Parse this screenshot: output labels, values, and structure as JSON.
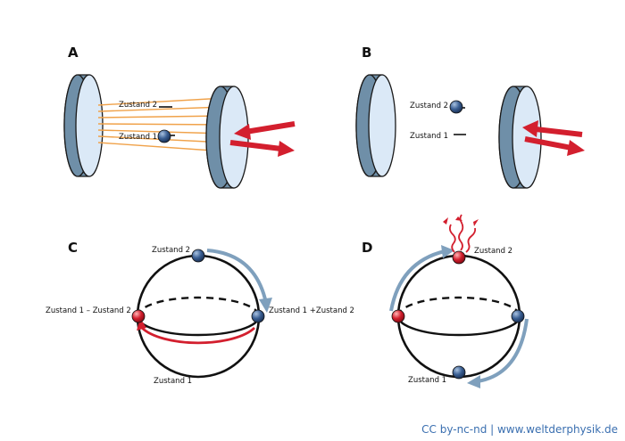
{
  "panels": {
    "a": {
      "letter": "A",
      "state2": "Zustand 2",
      "state1": "Zustand 1"
    },
    "b": {
      "letter": "B",
      "state2": "Zustand 2",
      "state1": "Zustand 1"
    },
    "c": {
      "letter": "C",
      "top": "Zustand 2",
      "left": "Zustand 1 – Zustand 2",
      "right": "Zustand 1 +Zustand 2",
      "bottom": "Zustand 1"
    },
    "d": {
      "letter": "D",
      "top": "Zustand 2",
      "bottom": "Zustand 1"
    }
  },
  "credit": "CC by-nc-nd | www.weltderphysik.de",
  "colors": {
    "mirror_face": "#dbe9f7",
    "mirror_rim": "#6f8fa8",
    "laser": "#f0a24a",
    "arrow_red": "#d31f2e",
    "arrow_blue": "#7fa0bd",
    "atom_blue": "#2f4f7f",
    "atom_red": "#d31f2e"
  }
}
